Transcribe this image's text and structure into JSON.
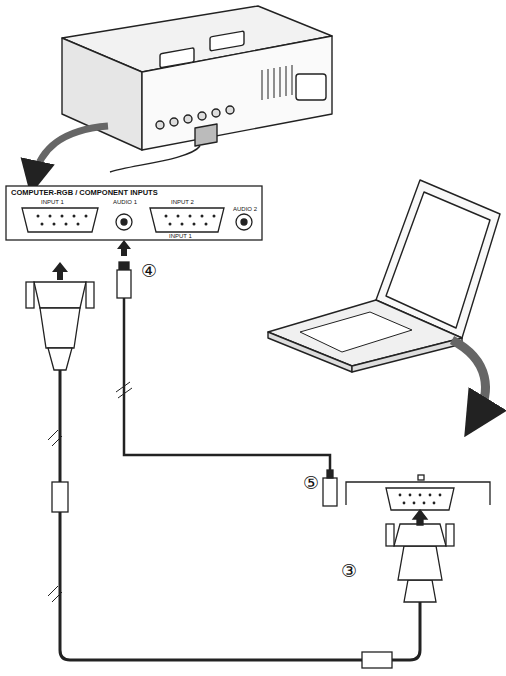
{
  "diagram": {
    "labels": [
      "COMPUTER-RGB / COMPONENT INPUTS",
      "INPUT 1",
      "AUDIO 1",
      "INPUT 2",
      "AUDIO 2",
      "INPUT 1",
      "④",
      "⑤",
      "③"
    ]
  }
}
